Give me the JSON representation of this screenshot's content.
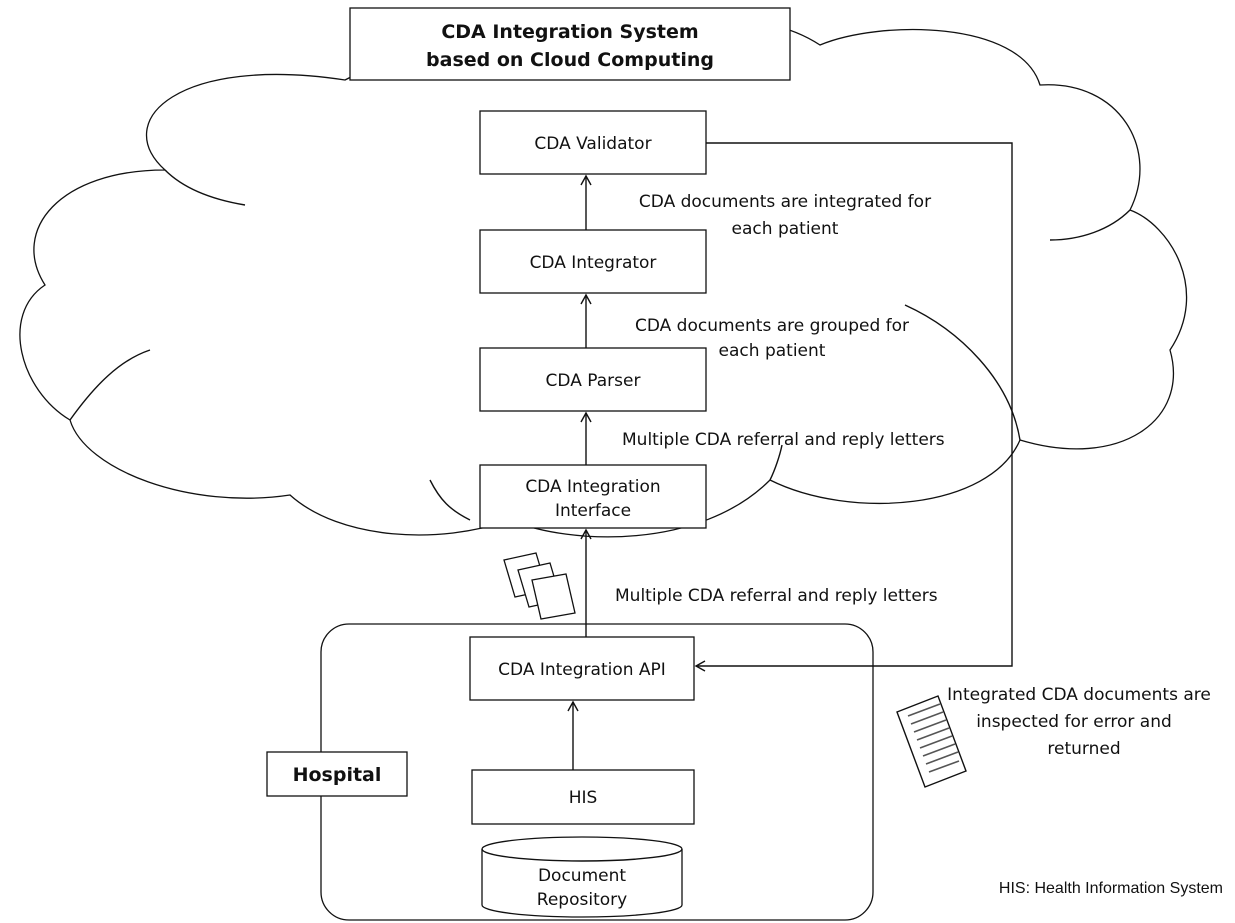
{
  "title": {
    "line1": "CDA Integration System",
    "line2": "based on Cloud Computing"
  },
  "boxes": {
    "validator": "CDA Validator",
    "integrator": "CDA Integrator",
    "parser": "CDA Parser",
    "interface_line1": "CDA Integration",
    "interface_line2": "Interface",
    "api": "CDA Integration API",
    "his": "HIS",
    "repository_line1": "Document",
    "repository_line2": "Repository"
  },
  "hospital_label": "Hospital",
  "annotations": {
    "integrated_line1": "CDA documents are integrated for",
    "integrated_line2": "each patient",
    "grouped_line1": "CDA documents are grouped for",
    "grouped_line2": "each patient",
    "letters_cloud": "Multiple CDA referral and reply letters",
    "letters_upload": "Multiple CDA referral and reply letters",
    "returned_line1": "Integrated CDA documents are",
    "returned_line2": "inspected for error and",
    "returned_line3": "returned"
  },
  "legend": "HIS: Health Information System"
}
